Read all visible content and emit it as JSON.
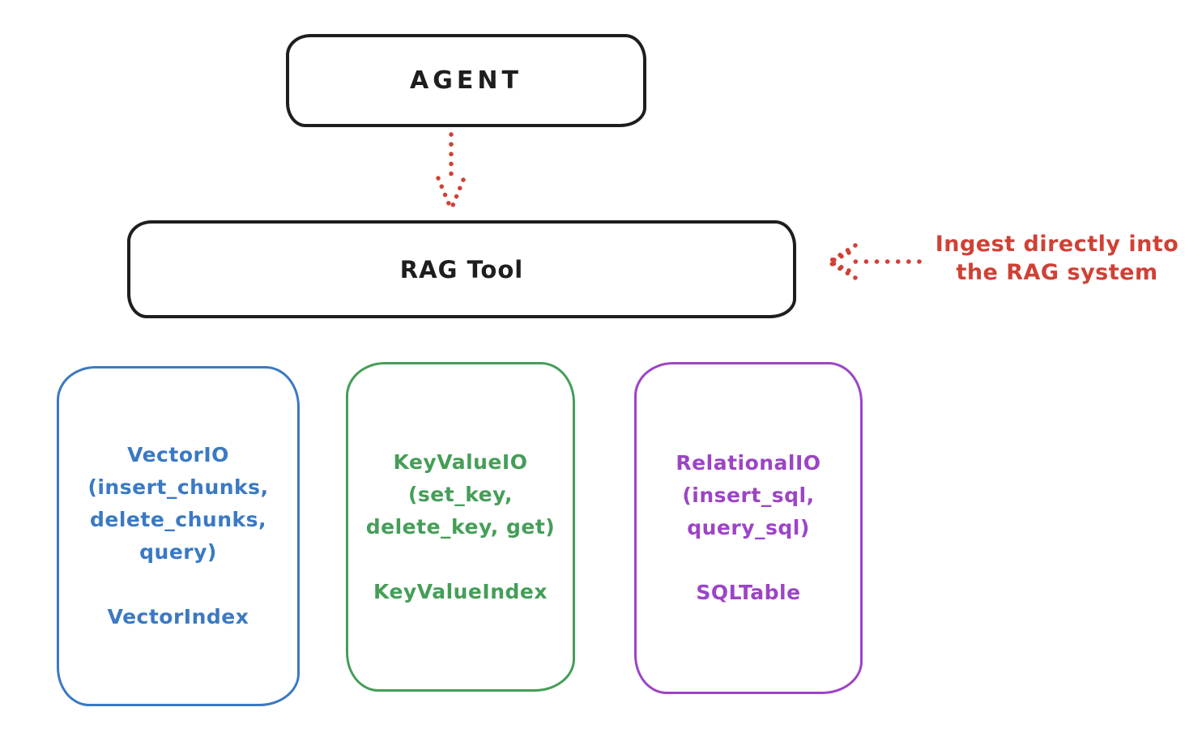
{
  "diagram": {
    "background_color": "#ffffff",
    "ink_color": "#1e1e1e",
    "accent_red": "#cf4136",
    "agent": {
      "label": "AGENT",
      "stroke_color": "#1e1e1e"
    },
    "rag_tool": {
      "label": "RAG Tool",
      "stroke_color": "#1e1e1e"
    },
    "agent_to_rag_arrow": {
      "style": "dotted",
      "direction": "down",
      "color": "#cf4136"
    },
    "annotation": {
      "line1": "Ingest directly into",
      "line2": "the RAG system",
      "color": "#cf4136",
      "arrow": {
        "style": "dotted",
        "direction": "left",
        "color": "#cf4136"
      }
    },
    "backends": [
      {
        "name": "VectorIO",
        "color": "#3b79c3",
        "api_lines": [
          "VectorIO",
          "(insert_chunks,",
          "delete_chunks,",
          "query)"
        ],
        "index_label": "VectorIndex"
      },
      {
        "name": "KeyValueIO",
        "color": "#459e58",
        "api_lines": [
          "KeyValueIO",
          "(set_key,",
          "delete_key, get)"
        ],
        "index_label": "KeyValueIndex"
      },
      {
        "name": "RelationalIO",
        "color": "#9c44c6",
        "api_lines": [
          "RelationalIO",
          "(insert_sql,",
          "query_sql)"
        ],
        "index_label": "SQLTable"
      }
    ]
  }
}
